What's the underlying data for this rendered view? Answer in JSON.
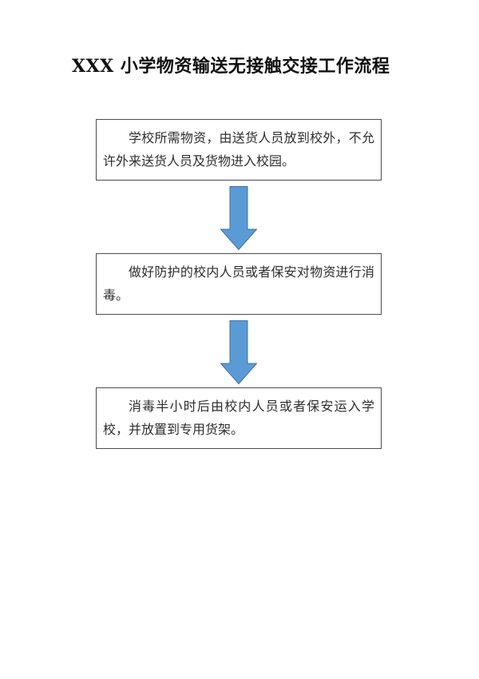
{
  "page": {
    "title": "XXX 小学物资输送无接触交接工作流程",
    "background_color": "#ffffff",
    "text_color": "#2e2e2e"
  },
  "flowchart": {
    "box_border_color": "#4d4d4d",
    "arrow_fill_color": "#5b9bd5",
    "arrow_border_color": "#41719c",
    "steps": [
      {
        "lines": [
          "学校所需物资，由送货人员放到校外，不允",
          "许外来送货人员及货物进入校园。"
        ]
      },
      {
        "lines": [
          "做好防护的校内人员或者保安对物资进行消",
          "毒。"
        ]
      },
      {
        "lines": [
          "消毒半小时后由校内人员或者保安运入学",
          "校，并放置到专用货架。"
        ]
      }
    ]
  }
}
